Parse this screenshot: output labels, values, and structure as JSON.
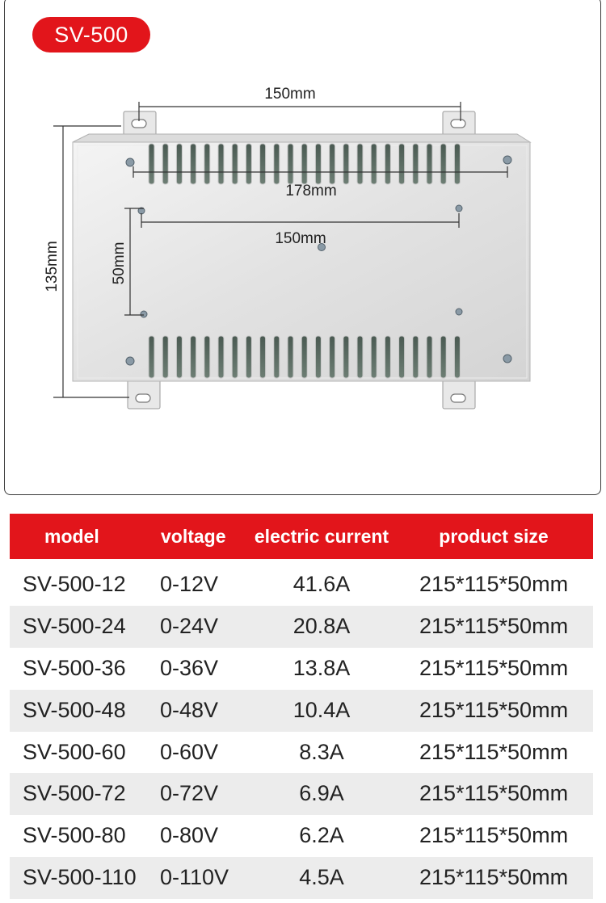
{
  "badge": {
    "label": "SV-500"
  },
  "dimensions": {
    "top_hole_spacing": "150mm",
    "total_width": "178mm",
    "inner_hole_spacing": "150mm",
    "inner_vertical": "50mm",
    "height": "135mm"
  },
  "colors": {
    "accent": "#e2151b",
    "shaded_row": "#ececec",
    "metal": "#e4e4e4"
  },
  "table": {
    "headers": {
      "model": "model",
      "voltage": "voltage",
      "current": "electric current",
      "size": "product size"
    },
    "rows": [
      {
        "model": "SV-500-12",
        "voltage": "0-12V",
        "current": "41.6A",
        "size": "215*115*50mm"
      },
      {
        "model": "SV-500-24",
        "voltage": "0-24V",
        "current": "20.8A",
        "size": "215*115*50mm"
      },
      {
        "model": "SV-500-36",
        "voltage": "0-36V",
        "current": "13.8A",
        "size": "215*115*50mm"
      },
      {
        "model": "SV-500-48",
        "voltage": "0-48V",
        "current": "10.4A",
        "size": "215*115*50mm"
      },
      {
        "model": "SV-500-60",
        "voltage": "0-60V",
        "current": "8.3A",
        "size": "215*115*50mm"
      },
      {
        "model": "SV-500-72",
        "voltage": "0-72V",
        "current": "6.9A",
        "size": "215*115*50mm"
      },
      {
        "model": "SV-500-80",
        "voltage": "0-80V",
        "current": "6.2A",
        "size": "215*115*50mm"
      },
      {
        "model": "SV-500-110",
        "voltage": "0-110V",
        "current": "4.5A",
        "size": "215*115*50mm"
      }
    ]
  }
}
